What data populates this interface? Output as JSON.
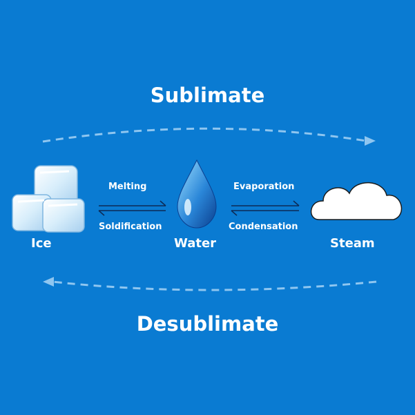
{
  "titles": {
    "top": "Sublimate",
    "bottom": "Desublimate"
  },
  "states": {
    "solid": "Ice",
    "liquid": "Water",
    "gas": "Steam"
  },
  "transitions": {
    "solid_to_liquid": "Melting",
    "liquid_to_solid": "Soldification",
    "liquid_to_gas": "Evaporation",
    "gas_to_liquid": "Condensation"
  },
  "icons": {
    "solid": "ice-cubes-icon",
    "liquid": "water-drop-icon",
    "gas": "cloud-icon"
  },
  "colors": {
    "background": "#0a7bd2",
    "text": "#ffffff",
    "dashed_arrow": "#8fc6f0"
  }
}
